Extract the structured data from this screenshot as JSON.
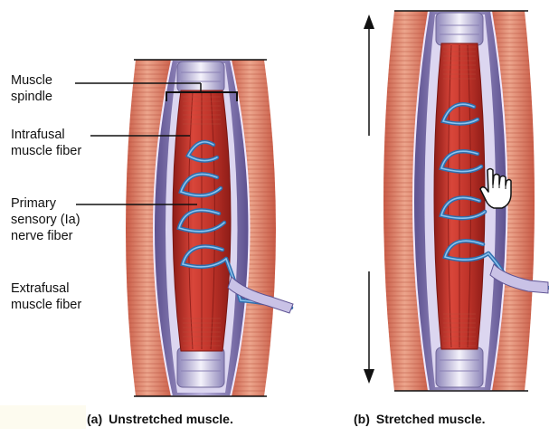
{
  "labels": {
    "muscle_spindle": [
      "Muscle",
      "spindle"
    ],
    "intrafusal": [
      "Intrafusal",
      "muscle fiber"
    ],
    "primary_sensory": [
      "Primary",
      "sensory (Ia)",
      "nerve fiber"
    ],
    "extrafusal": [
      "Extrafusal",
      "muscle fiber"
    ]
  },
  "captions": {
    "a": {
      "tag": "(a)",
      "text": "Unstretched muscle."
    },
    "b": {
      "tag": "(b)",
      "text": "Stretched muscle."
    }
  },
  "icons": {
    "stretch": "double-arrow",
    "hand": "hand-pointer"
  },
  "colors": {
    "muscle": "#d9705a",
    "muscle_light": "#eda993",
    "spindle_capsule": "#7b6eaa",
    "capsule_light": "#c7c0e0",
    "intrafusal": "#c8342a",
    "nerve": "#4a8cc8"
  }
}
